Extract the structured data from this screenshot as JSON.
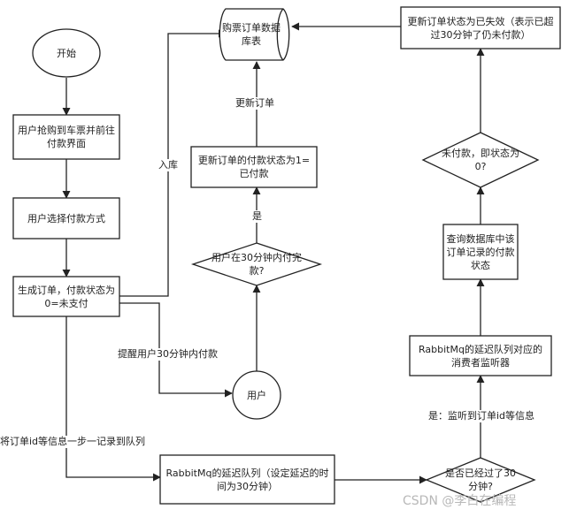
{
  "nodes": {
    "start": "开始",
    "grab_ticket": "用户抢购到车票并前往付款界面",
    "choose_payment": "用户选择付款方式",
    "create_order": "生成订单，付款状态为0=未支付",
    "order_db": "购票订单数据库表",
    "update_paid": "更新订单的付款状态为1=已付款",
    "paid_in_30": "用户在30分钟内付完款?",
    "user": "用户",
    "delay_queue": "RabbitMq的延迟队列（设定延迟的时间为30分钟）",
    "timeout_check": "是否已经过了30分钟?",
    "consumer": "RabbitMq的延迟队列对应的消费者监听器",
    "query_db": "查询数据库中该订单记录的付款状态",
    "unpaid_check": "未付款，即状态为0?",
    "update_expired": "更新订单状态为已失效（表示已超过30分钟了仍未付款）"
  },
  "edges": {
    "insert_db": "入库",
    "update_order": "更新订单",
    "yes": "是",
    "remind_user": "提醒用户30分钟内付款",
    "record_queue": "将订单id等信息一步一记录到队列",
    "listen_yes": "是：监听到订单id等信息"
  },
  "watermark": "CSDN @李白在编程"
}
